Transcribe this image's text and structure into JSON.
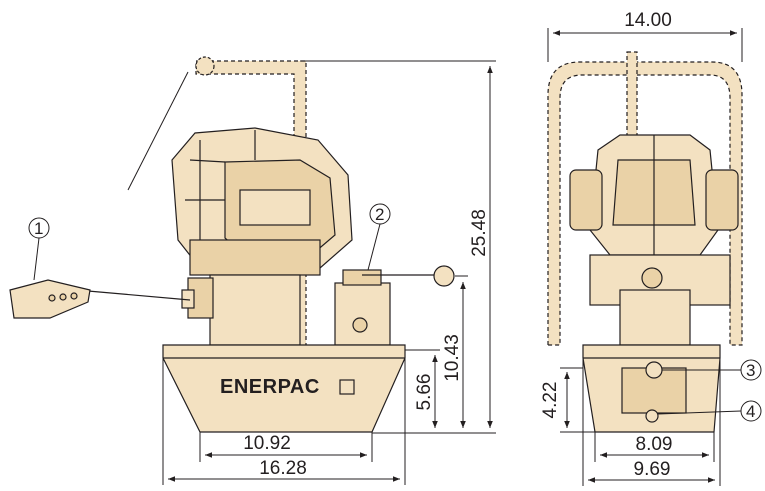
{
  "colors": {
    "body": "#f3e1c1",
    "outline": "#231f20",
    "shadow": "#d9c49d"
  },
  "brand": {
    "name": "ENERPAC",
    "mark_glyph": "⚡"
  },
  "callouts": {
    "c1": "1",
    "c2": "2",
    "c3": "3",
    "c4": "4"
  },
  "dimensions": {
    "side": {
      "overall_width": "16.28",
      "base_width": "10.92",
      "overall_height": "25.48",
      "valve_height": "10.43",
      "reservoir_height": "5.66"
    },
    "front": {
      "frame_width": "14.00",
      "overall_width": "9.69",
      "base_width": "8.09",
      "reservoir_height": "4.22"
    }
  }
}
